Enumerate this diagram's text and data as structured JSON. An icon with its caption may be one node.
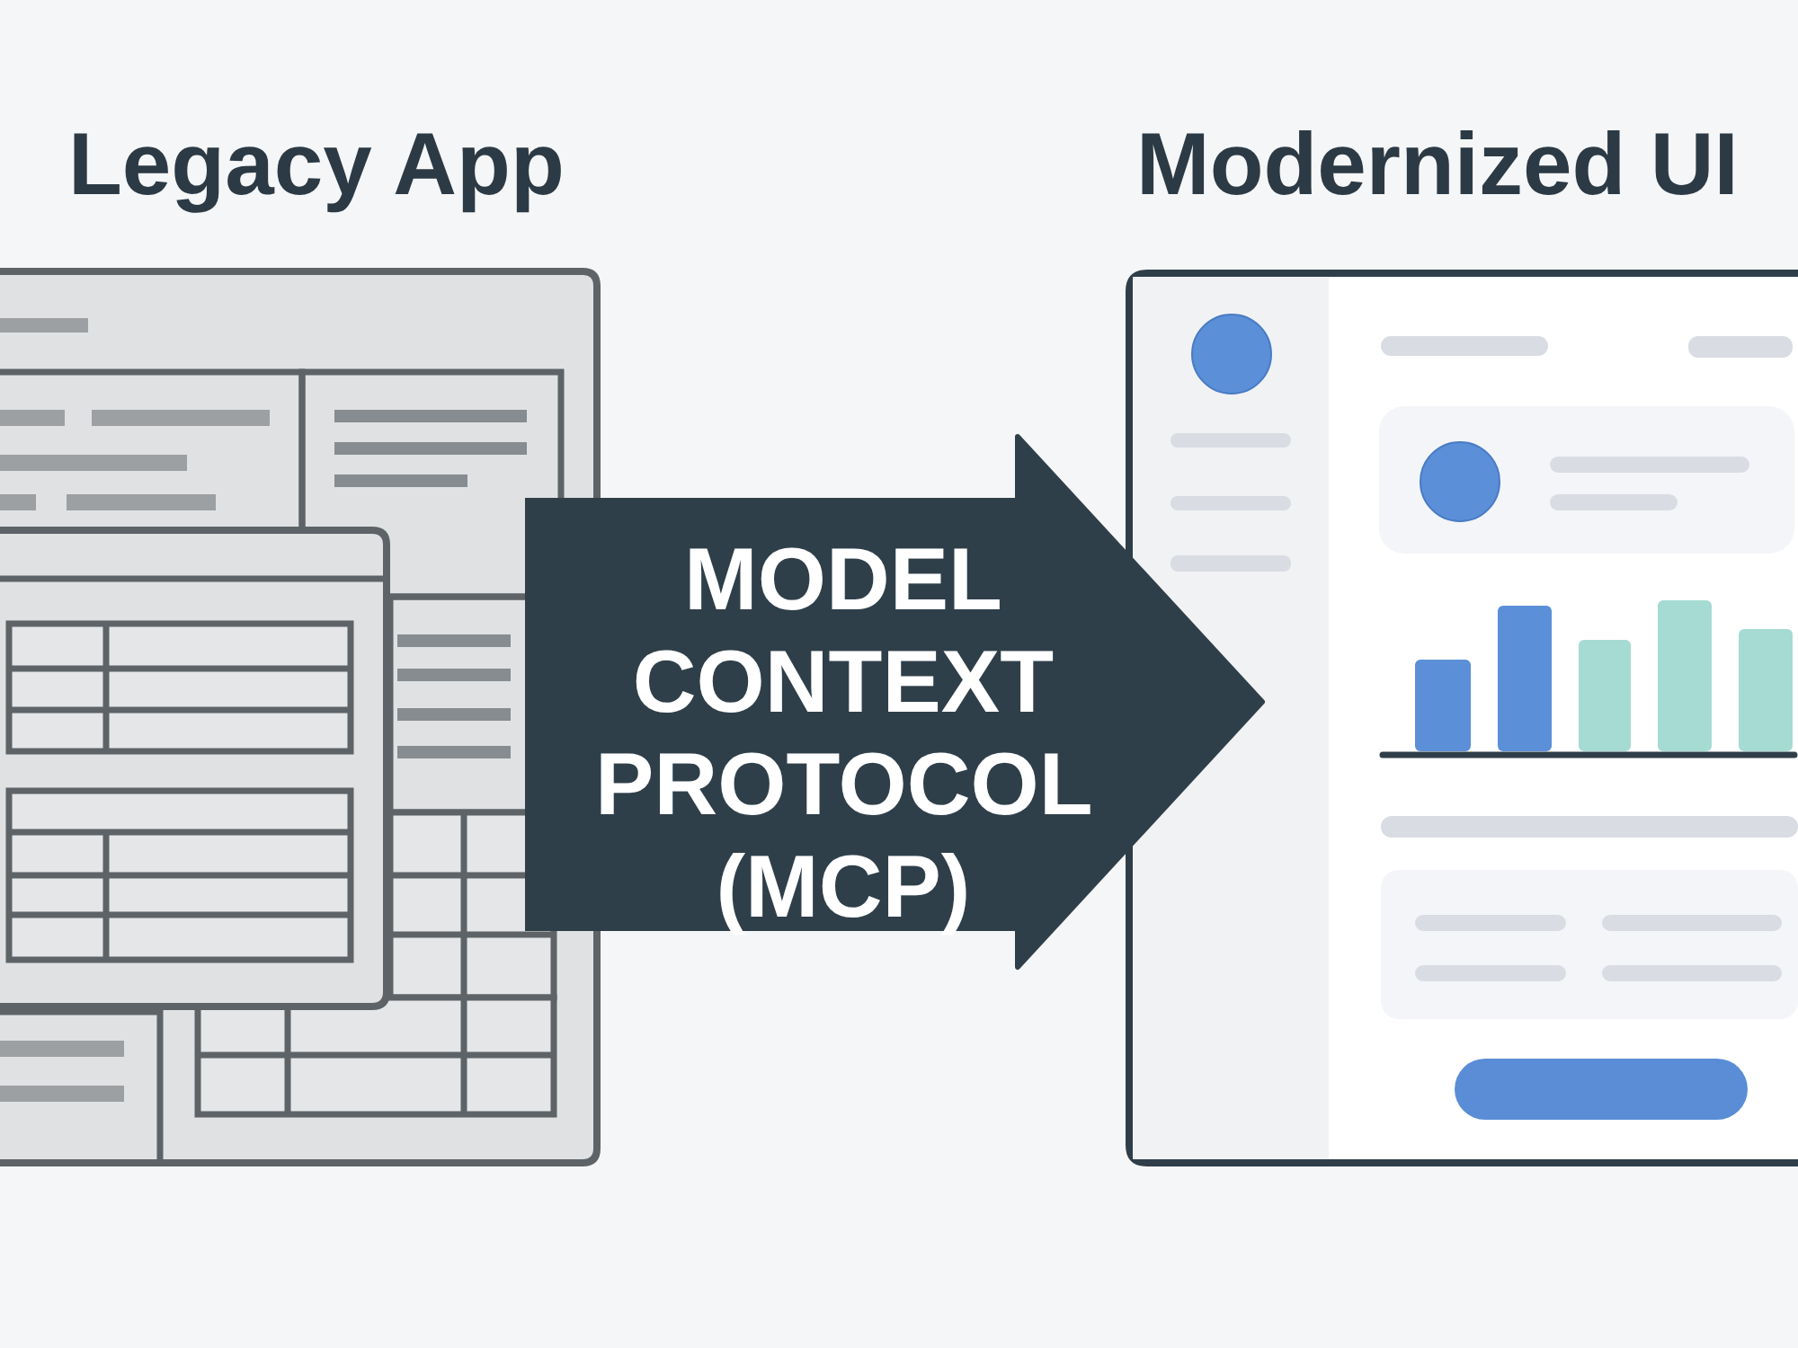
{
  "diagram": {
    "nodes": [
      {
        "text": [
          "Legacy App"
        ]
      },
      {
        "text": [
          "Modernized UI"
        ]
      }
    ],
    "edges": [
      {
        "from": 0,
        "to": 1,
        "arrow": "to",
        "label": "MODEL CONTEXT PROTOCOL (MCP)"
      }
    ]
  }
}
